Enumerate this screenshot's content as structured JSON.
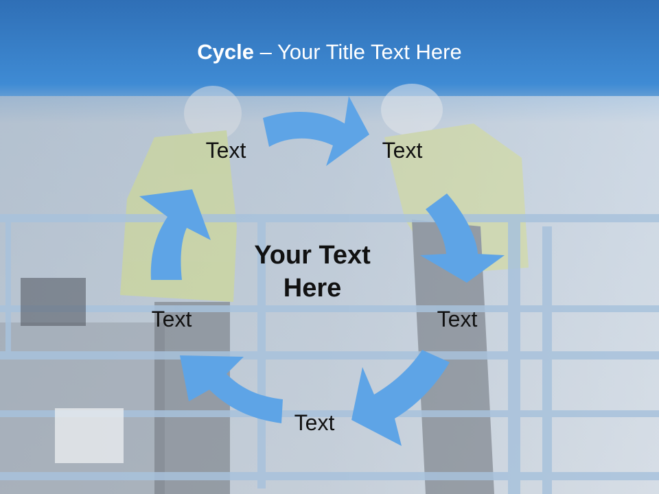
{
  "slide": {
    "title_bold": "Cycle",
    "title_rest": " – Your Title Text Here",
    "center_text": "Your Text Here",
    "cycle_labels": [
      "Text",
      "Text",
      "Text",
      "Text",
      "Text"
    ],
    "colors": {
      "header_blue": "#3d86cf",
      "arrow_blue": "#5ea4e6",
      "text": "#111111"
    },
    "icons": [
      "cycle-arrow-icon"
    ]
  }
}
